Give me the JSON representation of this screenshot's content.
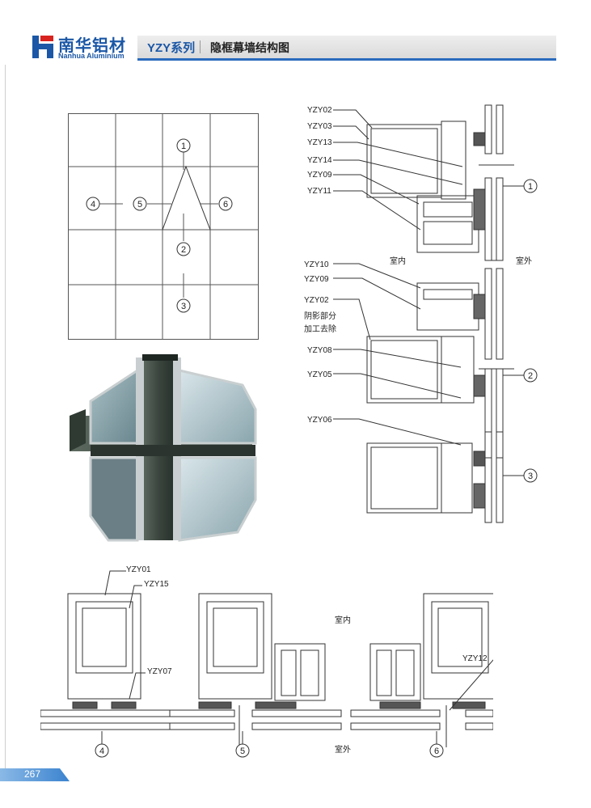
{
  "header": {
    "brand_cn": "南华铝材",
    "brand_en": "Nanhua Aluminium",
    "series": "YZY系列",
    "title": "隐框幕墙结构图"
  },
  "page_number": "267",
  "elevation": {
    "markers": [
      "1",
      "2",
      "3",
      "4",
      "5",
      "6"
    ]
  },
  "sections_right": {
    "labels_1": [
      "YZY02",
      "YZY03",
      "YZY13",
      "YZY14",
      "YZY09",
      "YZY11"
    ],
    "labels_2": [
      "YZY10",
      "YZY09",
      "YZY02"
    ],
    "note_line1": "阴影部分",
    "note_line2": "加工去除",
    "labels_2b": [
      "YZY08",
      "YZY05"
    ],
    "labels_3": [
      "YZY06"
    ],
    "indoor": "室内",
    "outdoor": "室外",
    "markers": [
      "1",
      "2",
      "3"
    ]
  },
  "sections_bottom": {
    "labels": [
      "YZY01",
      "YZY15",
      "YZY07",
      "YZY12"
    ],
    "indoor": "室内",
    "outdoor": "室外",
    "markers": [
      "4",
      "5",
      "6"
    ]
  },
  "colors": {
    "brand_blue": "#1b57a6",
    "logo_red": "#d8231f",
    "accent_blue": "#2a6bbd"
  }
}
